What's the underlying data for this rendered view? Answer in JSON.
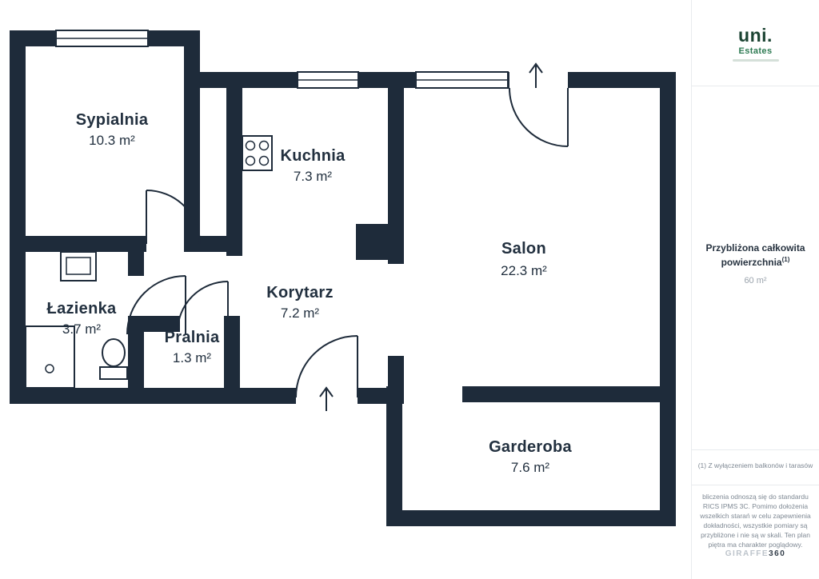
{
  "floorplan": {
    "rooms": [
      {
        "id": "sypialnia",
        "name": "Sypialnia",
        "area": "10.3 m²"
      },
      {
        "id": "kuchnia",
        "name": "Kuchnia",
        "area": "7.3 m²"
      },
      {
        "id": "salon",
        "name": "Salon",
        "area": "22.3 m²"
      },
      {
        "id": "lazienka",
        "name": "Łazienka",
        "area": "3.7 m²"
      },
      {
        "id": "pralnia",
        "name": "Pralnia",
        "area": "1.3 m²"
      },
      {
        "id": "korytarz",
        "name": "Korytarz",
        "area": "7.2 m²"
      },
      {
        "id": "garderoba",
        "name": "Garderoba",
        "area": "7.6 m²"
      }
    ],
    "colors": {
      "wall": "#1e2b3a",
      "label": "#22303f"
    }
  },
  "sidebar": {
    "brand": {
      "name": "uni.",
      "sub": "Estates",
      "color_primary": "#1b4332",
      "color_secondary": "#2d7a52"
    },
    "summary": {
      "label": "Przybliżona całkowita powierzchnia",
      "footnote_marker": "(1)",
      "value": "60 m²"
    },
    "footnote": "(1) Z wyłączeniem balkonów i tarasów",
    "disclaimer": "bliczenia odnoszą się do standardu RICS IPMS 3C. Pomimo dołożenia wszelkich starań w celu zapewnienia dokładności, wszystkie pomiary są przybliżone i nie są w skali. Ten plan piętra ma charakter poglądowy.",
    "footer_logo": {
      "brand": "GIRAFFE",
      "suffix": "360"
    }
  }
}
